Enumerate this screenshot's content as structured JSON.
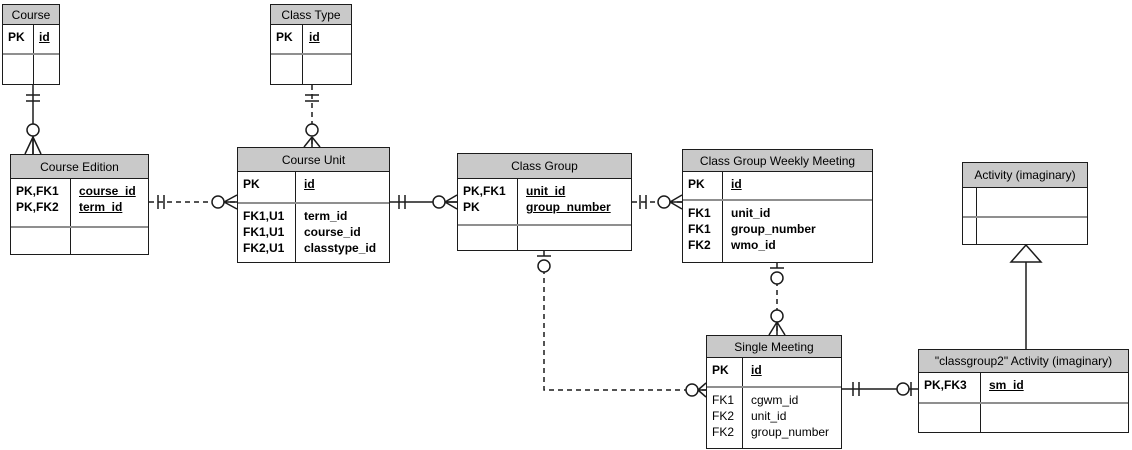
{
  "colors": {
    "header_fill": "#c9c9c9",
    "line": "#1c1c1c",
    "pk_separator": "#8f8f8f",
    "background": "#ffffff"
  },
  "tables": {
    "course": {
      "title": "Course",
      "rows": [
        {
          "k": "PK",
          "a": "id"
        }
      ]
    },
    "class_type": {
      "title": "Class Type",
      "rows": [
        {
          "k": "PK",
          "a": "id"
        }
      ]
    },
    "course_edition": {
      "title": "Course Edition",
      "rows": [
        {
          "k": "PK,FK1",
          "a": "course_id"
        },
        {
          "k": "PK,FK2",
          "a": "term_id"
        }
      ]
    },
    "course_unit": {
      "title": "Course Unit",
      "rows": [
        {
          "k": "PK",
          "a": "id"
        }
      ],
      "fk_rows": [
        {
          "k": "FK1,U1",
          "a": "term_id"
        },
        {
          "k": "FK1,U1",
          "a": "course_id"
        },
        {
          "k": "FK2,U1",
          "a": "classtype_id"
        }
      ]
    },
    "class_group": {
      "title": "Class Group",
      "rows": [
        {
          "k": "PK,FK1",
          "a": "unit_id"
        },
        {
          "k": "PK",
          "a": "group_number"
        }
      ]
    },
    "class_group_weekly_meeting": {
      "title": "Class Group Weekly Meeting",
      "rows": [
        {
          "k": "PK",
          "a": "id"
        }
      ],
      "fk_rows": [
        {
          "k": "FK1",
          "a": "unit_id"
        },
        {
          "k": "FK1",
          "a": "group_number"
        },
        {
          "k": "FK2",
          "a": "wmo_id"
        }
      ]
    },
    "activity": {
      "title": "Activity (imaginary)",
      "rows": [],
      "fk_rows": []
    },
    "single_meeting": {
      "title": "Single Meeting",
      "rows": [
        {
          "k": "PK",
          "a": "id"
        }
      ],
      "fk_rows": [
        {
          "k": "FK1",
          "a": "cgwm_id"
        },
        {
          "k": "FK2",
          "a": "unit_id"
        },
        {
          "k": "FK2",
          "a": "group_number"
        }
      ]
    },
    "classgroup2_activity": {
      "title": "\"classgroup2\" Activity (imaginary)",
      "rows": [
        {
          "k": "PK,FK3",
          "a": "sm_id"
        }
      ]
    }
  },
  "relationships": [
    {
      "from": "Course",
      "to": "Course Edition",
      "from_card": "exactly-one",
      "to_card": "zero-or-many",
      "line": "solid"
    },
    {
      "from": "Class Type",
      "to": "Course Unit",
      "from_card": "exactly-one",
      "to_card": "zero-or-many",
      "line": "dashed"
    },
    {
      "from": "Course Edition",
      "to": "Course Unit",
      "from_card": "exactly-one",
      "to_card": "zero-or-many",
      "line": "dashed"
    },
    {
      "from": "Course Unit",
      "to": "Class Group",
      "from_card": "exactly-one",
      "to_card": "zero-or-many",
      "line": "solid"
    },
    {
      "from": "Class Group",
      "to": "Class Group Weekly Meeting",
      "from_card": "exactly-one",
      "to_card": "zero-or-many",
      "line": "dashed"
    },
    {
      "from": "Class Group Weekly Meeting",
      "to": "Single Meeting",
      "from_card": "zero-or-one",
      "to_card": "zero-or-many",
      "line": "dashed"
    },
    {
      "from": "Class Group",
      "to": "Single Meeting",
      "from_card": "zero-or-one",
      "to_card": "zero-or-many",
      "line": "dashed"
    },
    {
      "from": "Single Meeting",
      "to": "\"classgroup2\" Activity (imaginary)",
      "from_card": "exactly-one",
      "to_card": "zero-or-one",
      "line": "solid"
    },
    {
      "from": "\"classgroup2\" Activity (imaginary)",
      "to": "Activity (imaginary)",
      "type": "inheritance",
      "line": "solid"
    }
  ]
}
